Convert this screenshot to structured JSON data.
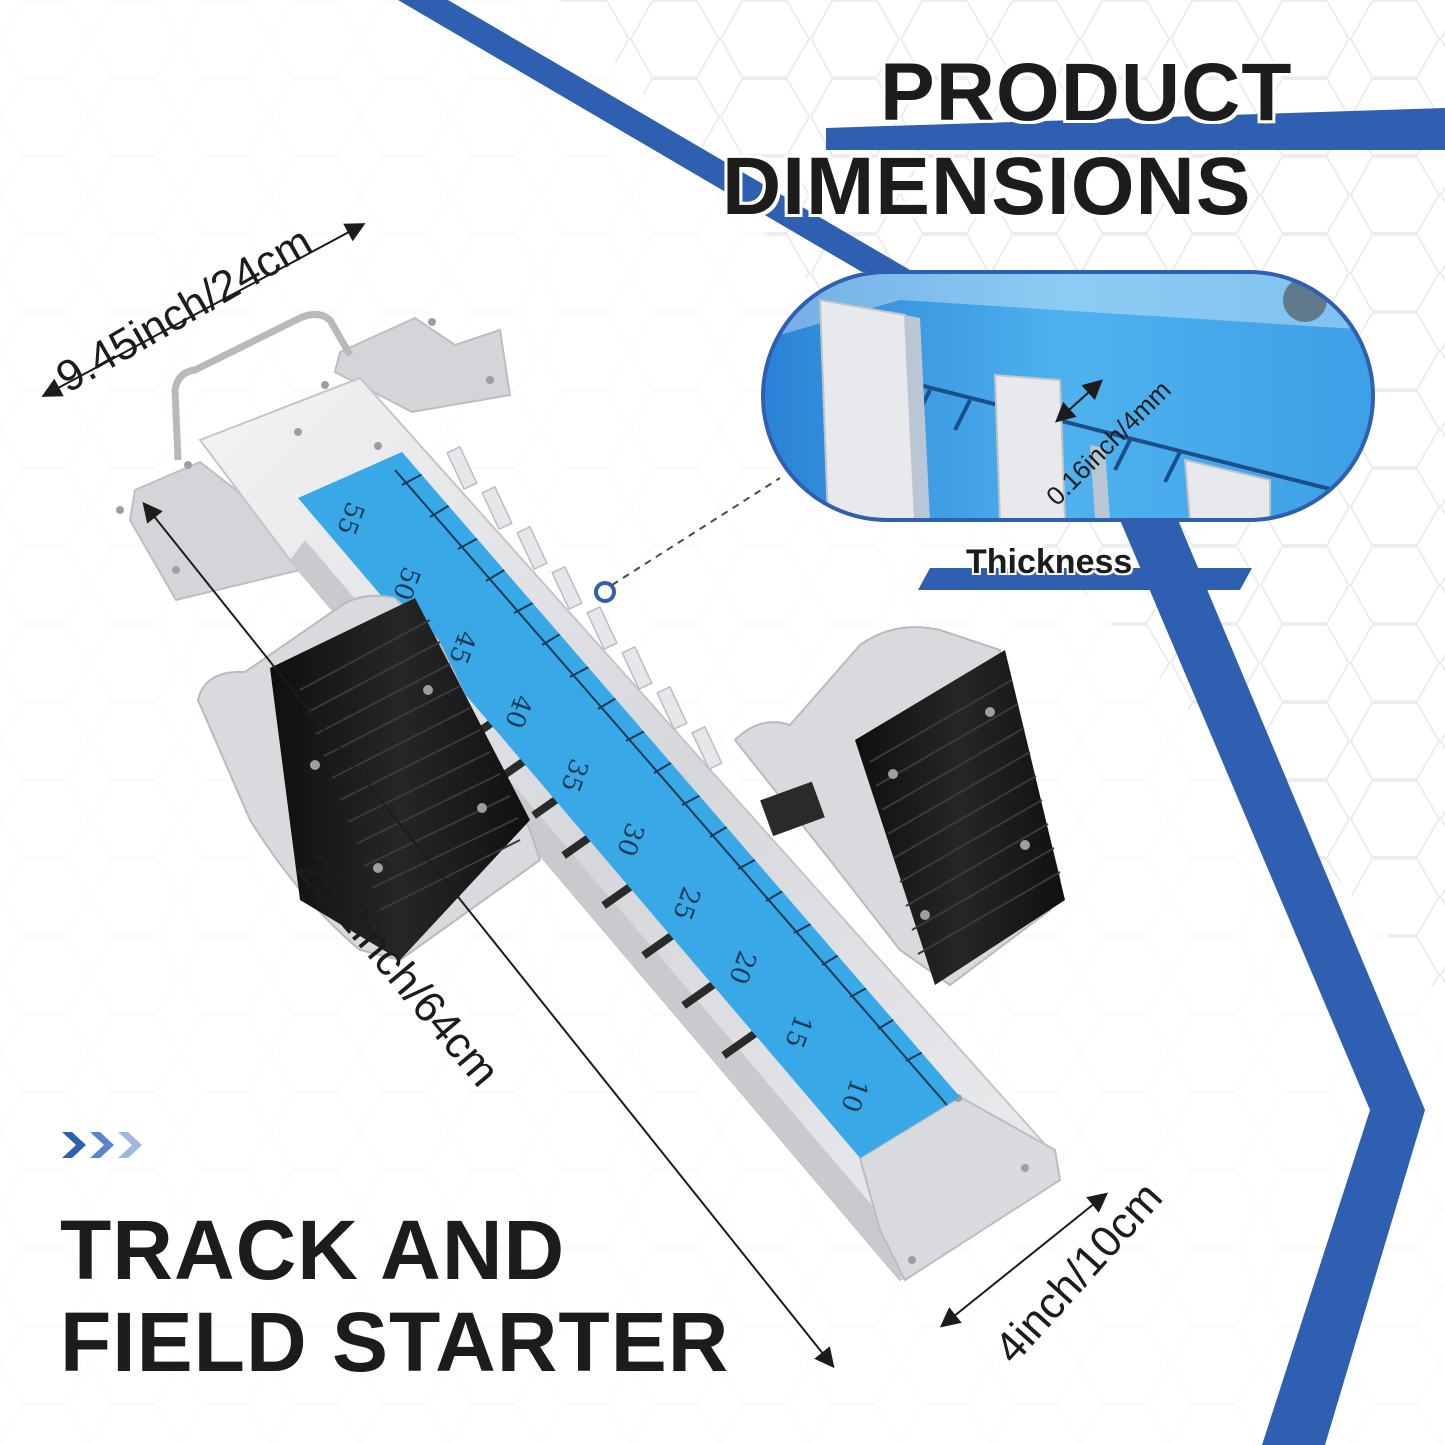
{
  "header": {
    "title_line_1": "PRODUCT",
    "title_line_2": "DIMENSIONS"
  },
  "product": {
    "name_line_1": "TRACK AND",
    "name_line_2": "FIELD STARTER",
    "scale_numbers": [
      "55",
      "50",
      "45",
      "40",
      "35",
      "30",
      "25",
      "20",
      "15",
      "10"
    ]
  },
  "dimensions": {
    "width": "9.45inch/24cm",
    "length": "25.2inch/64cm",
    "depth": "4inch/10cm",
    "thickness_value": "0.16inch/4mm",
    "thickness_label": "Thickness"
  },
  "colors": {
    "accent_blue": "#2f5fb0",
    "ruler_blue": "#38a9e6",
    "pedal_black": "#161616",
    "metal_silver": "#dcdde0",
    "text_dark": "#1c1c1c"
  },
  "icons": {
    "chevrons": "triple-chevron-right-icon"
  }
}
